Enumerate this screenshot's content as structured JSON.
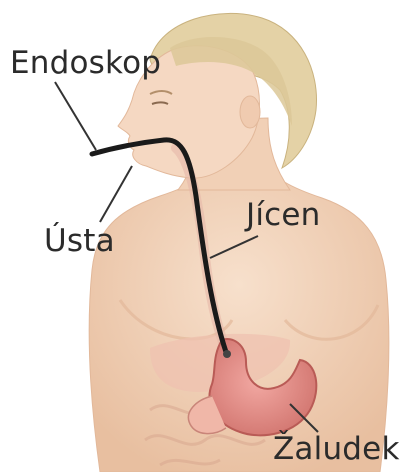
{
  "labels": {
    "endoscope": "Endoskop",
    "mouth": "Ústa",
    "esophagus": "Jícen",
    "stomach": "Žaludek"
  },
  "colors": {
    "skin": "#f3d6be",
    "skin_shadow": "#e2b89a",
    "hair": "#e4d2a6",
    "hair_shadow": "#c9b27e",
    "stomach": "#e58f8b",
    "organ_outline": "#b95b56",
    "endoscope": "#1a1a1a",
    "leader_line": "#333333",
    "text": "#2b2b2b"
  }
}
